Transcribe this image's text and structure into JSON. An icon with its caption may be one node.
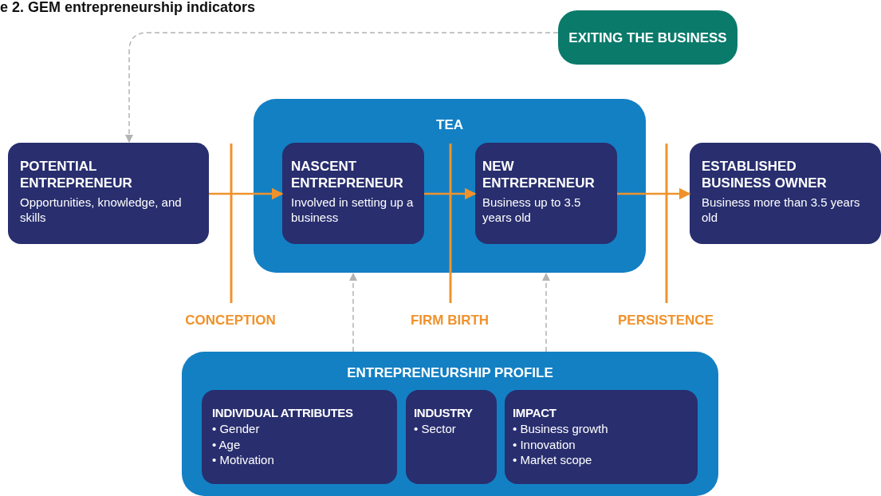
{
  "diagram": {
    "title": "e 2. GEM entrepreneurship indicators",
    "nodes": [
      {
        "text": [
          "EXITING THE BUSINESS"
        ]
      },
      {
        "text": [
          "POTENTIAL ENTREPRENEUR",
          "Opportunities, knowledge, and skills"
        ]
      },
      {
        "text": [
          "TEA"
        ]
      },
      {
        "text": [
          "NASCENT ENTREPRENEUR",
          "Involved in setting up a business"
        ],
        "in": 2
      },
      {
        "text": [
          "NEW ENTREPRENEUR",
          "Business up to 3.5 years old"
        ],
        "in": 2
      },
      {
        "text": [
          "ESTABLISHED BUSINESS OWNER",
          "Business more than 3.5 years old"
        ]
      },
      {
        "text": [
          "ENTREPRENEURSHIP PROFILE"
        ]
      },
      {
        "text": [
          "INDIVIDUAL ATTRIBUTES",
          "• Gender",
          "• Age",
          "• Motivation"
        ],
        "in": 6
      },
      {
        "text": [
          "INDUSTRY",
          "• Sector"
        ],
        "in": 6
      },
      {
        "text": [
          "IMPACT",
          "• Business growth",
          "• Innovation",
          "• Market scope"
        ],
        "in": 6
      }
    ],
    "edges": [
      {
        "from": 0,
        "to": 1,
        "arrow": "to",
        "style": "dashed",
        "color": "#b3b3b3"
      },
      {
        "from": 1,
        "to": 3,
        "arrow": "to",
        "color": "#f0922b"
      },
      {
        "from": 3,
        "to": 4,
        "arrow": "to",
        "color": "#f0922b"
      },
      {
        "from": 4,
        "to": 5,
        "arrow": "to",
        "color": "#f0922b"
      },
      {
        "from": 6,
        "to": 2,
        "arrow": "to",
        "style": "dashed",
        "color": "#b3b3b3"
      },
      {
        "from": 6,
        "to": 2,
        "arrow": "to",
        "style": "dashed",
        "color": "#b3b3b3"
      }
    ],
    "labels": [
      "CONCEPTION",
      "FIRM BIRTH",
      "PERSISTENCE"
    ]
  }
}
